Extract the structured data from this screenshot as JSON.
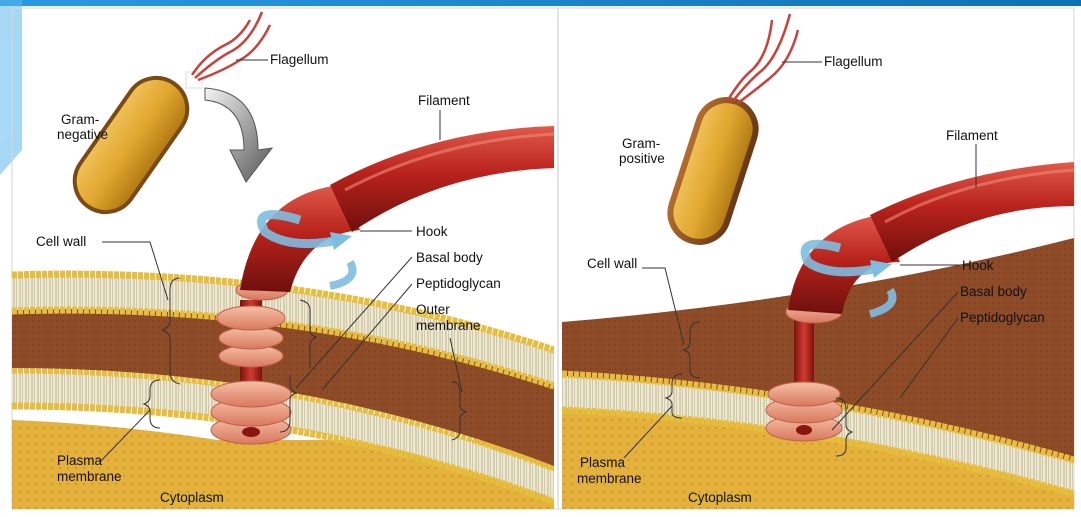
{
  "left_panel": {
    "labels": {
      "flagellum": "Flagellum",
      "gram_negative": [
        "Gram-",
        "negative"
      ],
      "filament": "Filament",
      "hook": "Hook",
      "basal_body": "Basal body",
      "peptidoglycan": "Peptidoglycan",
      "outer_membrane": [
        "Outer",
        "membrane"
      ],
      "cell_wall": "Cell wall",
      "plasma_membrane": [
        "Plasma",
        "membrane"
      ],
      "cytoplasm": "Cytoplasm"
    }
  },
  "right_panel": {
    "labels": {
      "flagellum": "Flagellum",
      "gram_positive": [
        "Gram-",
        "positive"
      ],
      "filament": "Filament",
      "hook": "Hook",
      "basal_body": "Basal body",
      "peptidoglycan": "Peptidoglycan",
      "cell_wall": "Cell wall",
      "plasma_membrane": [
        "Plasma",
        "membrane"
      ],
      "cytoplasm": "Cytoplasm"
    }
  },
  "colors": {
    "frame_accent": "#1e90d8",
    "cytoplasm": "#e6b43c",
    "membrane_head": "#f2cf5a",
    "membrane_tail": "#d8d8b8",
    "peptidoglycan": "#8a4a28",
    "flagellum": "#b8221c",
    "basal_ring": "#e8957a",
    "rotation_arrow": "#7fbde0"
  }
}
